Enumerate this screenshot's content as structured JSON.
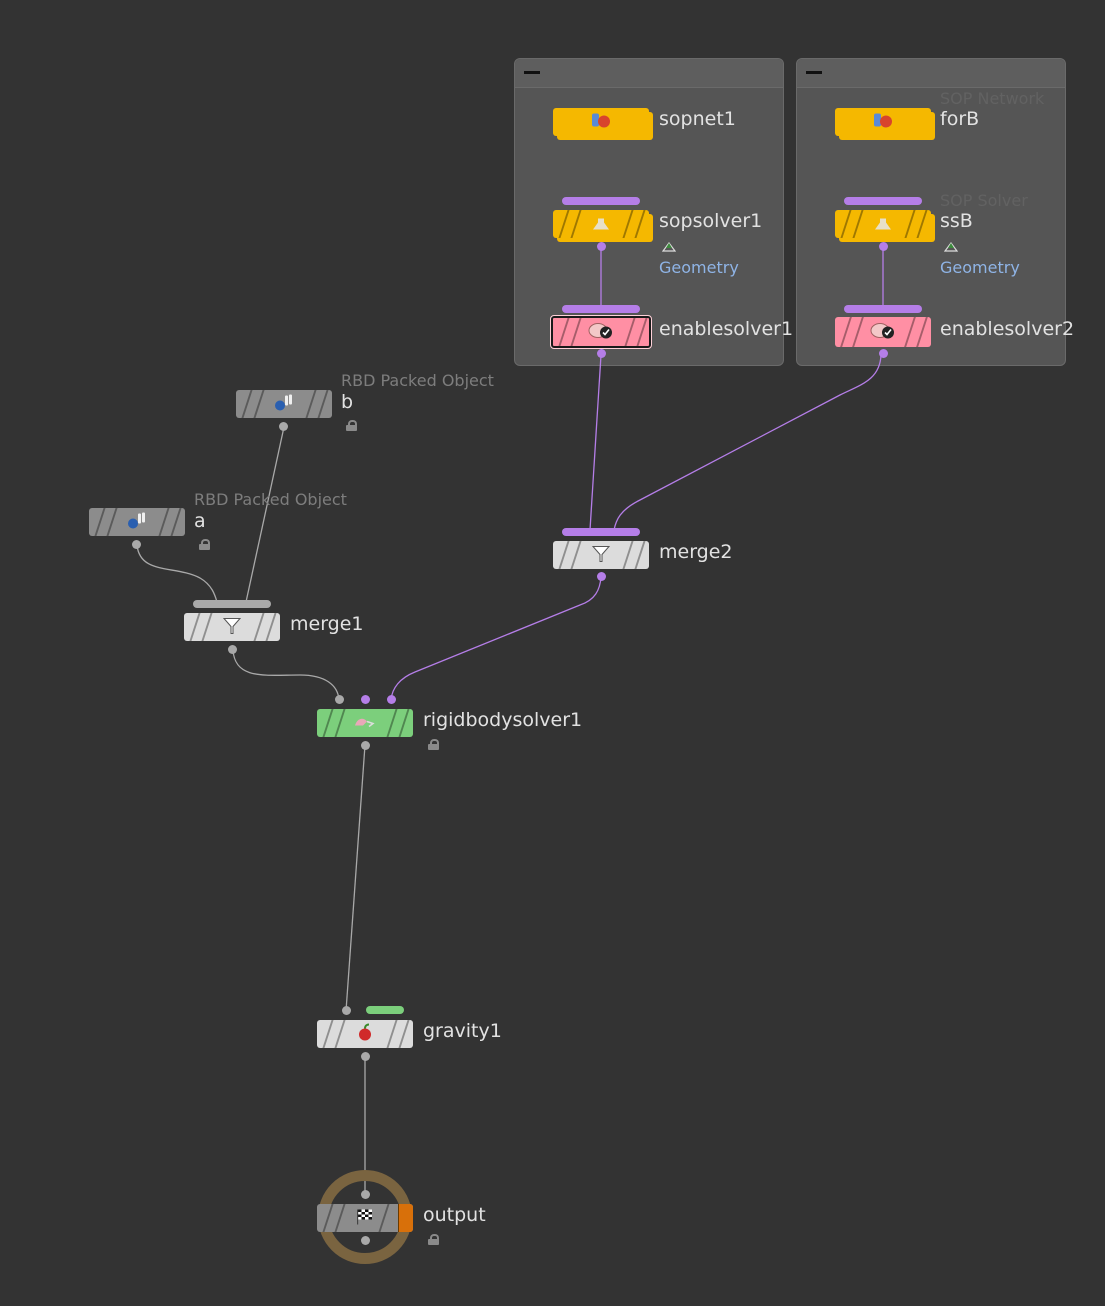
{
  "network": {
    "boxes": [
      {
        "id": "box-left"
      },
      {
        "id": "box-right"
      }
    ],
    "nodes": {
      "sopnet1": {
        "name": "sopnet1",
        "icon": "sop-network-icon"
      },
      "forB": {
        "name": "forB",
        "type": "SOP Network",
        "icon": "sop-network-icon"
      },
      "sopsolver1": {
        "name": "sopsolver1",
        "output": "Geometry",
        "icon": "sop-solver-icon"
      },
      "ssB": {
        "name": "ssB",
        "type": "SOP Solver",
        "output": "Geometry",
        "icon": "sop-solver-icon"
      },
      "enablesolver1": {
        "name": "enablesolver1",
        "icon": "enable-solver-icon"
      },
      "enablesolver2": {
        "name": "enablesolver2",
        "icon": "enable-solver-icon"
      },
      "b": {
        "name": "b",
        "type": "RBD Packed Object",
        "icon": "rbd-packed-object-icon"
      },
      "a": {
        "name": "a",
        "type": "RBD Packed Object",
        "icon": "rbd-packed-object-icon"
      },
      "merge1": {
        "name": "merge1",
        "icon": "merge-funnel-icon"
      },
      "merge2": {
        "name": "merge2",
        "icon": "merge-funnel-icon"
      },
      "rigidbodysolver1": {
        "name": "rigidbodysolver1",
        "icon": "rigid-body-solver-icon"
      },
      "gravity1": {
        "name": "gravity1",
        "icon": "gravity-icon"
      },
      "output": {
        "name": "output",
        "icon": "checkered-flag-icon"
      }
    },
    "colors": {
      "background": "#333333",
      "sop_node": "#f5b800",
      "enable_solver": "#ff8fa4",
      "gray_node": "#8c8c8c",
      "light_node": "#dcdcdc",
      "green_node": "#7ccf7c",
      "wire_purple": "#b57ee8",
      "wire_gray": "#a9a9a9",
      "display_flag": "#d8700a",
      "output_ring": "#7a6440",
      "geometry_label": "#8fb4e6"
    }
  }
}
